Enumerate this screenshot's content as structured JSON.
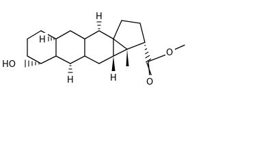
{
  "molecule": {
    "atom_labels": {
      "hydroxyl": "HO",
      "h5": "H",
      "h8": "H",
      "h9": "H",
      "h14": "H",
      "carbonyl_o": "O",
      "ester_o": "O"
    }
  }
}
